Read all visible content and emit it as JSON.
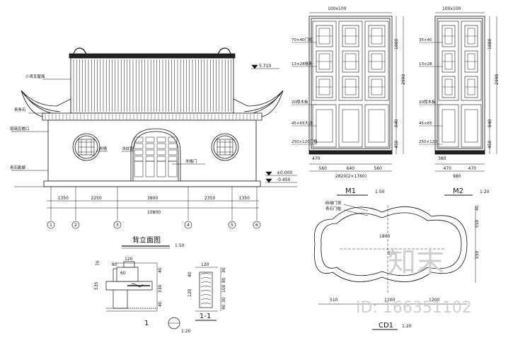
{
  "elevation": {
    "title": "背立面图",
    "scale": "1:50",
    "dims": [
      "1350",
      "2250",
      "3800",
      "2350",
      "1350"
    ],
    "total": "10800",
    "axes": [
      "1",
      "2",
      "3",
      "4",
      "5",
      "6"
    ],
    "level_top": "5.710",
    "level_zero": "±0.000",
    "level_ground": "-0.450",
    "labels": {
      "ridge": "小青瓦屋面",
      "eave": "琉璃瓦檐口",
      "wall": "粉墙",
      "window": "冰纹窗",
      "door": "木格门",
      "plinth": "青石勒脚",
      "base": "青条石"
    }
  },
  "m1": {
    "title": "M1",
    "scale": "1:50",
    "top_dim": "100x100",
    "bottom_dims": [
      "560",
      "640",
      "560"
    ],
    "total": "2820(2×1760)",
    "inner": "470",
    "side_dims": [
      "1880",
      "840",
      "2990",
      "450"
    ],
    "labels": [
      "70×40门框",
      "13×28格条",
      "20厚木板",
      "45×65大边",
      "250×120门槛"
    ]
  },
  "m2": {
    "title": "M2",
    "scale": "1:20",
    "top_dim": "100x100",
    "bottom_dims": [
      "470",
      "470"
    ],
    "total": "980",
    "inner": "380",
    "side_dims": [
      "1880",
      "840",
      "2990",
      "450"
    ],
    "labels": [
      "35×40",
      "13×28",
      "20厚木板",
      "45×65",
      "250×120"
    ]
  },
  "cd1": {
    "title": "CD1",
    "scale": "1:20",
    "labels": [
      "砖细门洞",
      "青石门槛"
    ],
    "dims": [
      "1800",
      "550",
      "1200",
      "510",
      "1200"
    ],
    "side": [
      "40",
      "550",
      "550"
    ]
  },
  "detail1": {
    "title": "1",
    "scale": "1:20",
    "dims": [
      "120",
      "80",
      "60",
      "70",
      "535",
      "40",
      "330",
      "40"
    ]
  },
  "detail11": {
    "title": "1-1",
    "dims": [
      "120",
      "40",
      "120",
      "30",
      "80",
      "100",
      "30",
      "40"
    ]
  },
  "watermark": {
    "brand": "知末",
    "id": "ID: 166351102"
  }
}
